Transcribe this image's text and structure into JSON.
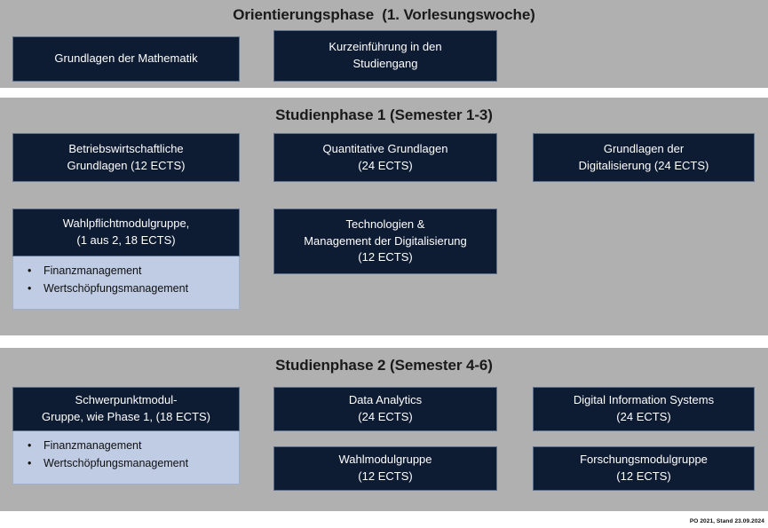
{
  "page": {
    "footer_note": "PO 2021, Stand 23.09.2024",
    "colors": {
      "background": "#ffffff",
      "panel_gray": "#b0b0b0",
      "module_navy": "#0d1b33",
      "module_border": "#5b6e8c",
      "bullet_panel_blue": "#bfcce4",
      "title_text": "#1a1a1a",
      "module_text": "#ffffff"
    }
  },
  "phases": [
    {
      "id": "orientation",
      "title": "Orientierungsphase  (1. Vorlesungswoche)",
      "modules": [
        {
          "id": "grundlagen-mathematik",
          "text": "Grundlagen der Mathematik"
        },
        {
          "id": "kurzeinfuehrung-studiengang",
          "text": "Kurzeinführung in den\nStudiengang"
        }
      ]
    },
    {
      "id": "phase1",
      "title": "Studienphase 1 (Semester 1-3)",
      "modules": [
        {
          "id": "betriebswirtschaftliche-grundlagen",
          "text": "Betriebswirtschaftliche\nGrundlagen (12 ECTS)"
        },
        {
          "id": "quantitative-grundlagen",
          "text": "Quantitative Grundlagen\n(24 ECTS)"
        },
        {
          "id": "grundlagen-digitalisierung",
          "text": "Grundlagen der\nDigitalisierung (24 ECTS)"
        },
        {
          "id": "wahlpflichtmodulgruppe",
          "text": "Wahlpflichtmodulgruppe,\n(1 aus 2, 18 ECTS)"
        },
        {
          "id": "technologien-management-digitalisierung",
          "text": "Technologien &\nManagement der Digitalisierung\n(12 ECTS)"
        }
      ],
      "bullet_group": {
        "id": "wahlpflicht-optionen",
        "items": [
          "Finanzmanagement",
          "Wertschöpfungsmanagement"
        ]
      }
    },
    {
      "id": "phase2",
      "title": "Studienphase 2 (Semester 4-6)",
      "modules": [
        {
          "id": "schwerpunktmodul-gruppe",
          "text": "Schwerpunktmodul-\nGruppe, wie Phase 1,  (18 ECTS)"
        },
        {
          "id": "data-analytics",
          "text": "Data Analytics\n(24 ECTS)"
        },
        {
          "id": "digital-information-systems",
          "text": "Digital Information Systems\n(24 ECTS)"
        },
        {
          "id": "wahlmodulgruppe",
          "text": "Wahlmodulgruppe\n(12 ECTS)"
        },
        {
          "id": "forschungsmodulgruppe",
          "text": "Forschungsmodulgruppe\n(12 ECTS)"
        }
      ],
      "bullet_group": {
        "id": "schwerpunkt-optionen",
        "items": [
          "Finanzmanagement",
          "Wertschöpfungsmanagement"
        ]
      }
    }
  ]
}
